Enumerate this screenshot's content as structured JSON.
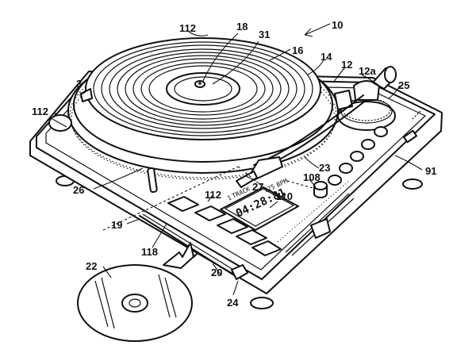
{
  "figure": {
    "reference_numerals": {
      "n10": "10",
      "n112_top": "112",
      "n18": "18",
      "n31": "31",
      "n16": "16",
      "n14": "14",
      "n12": "12",
      "n12a": "12a",
      "n3": "3",
      "n112_left": "112",
      "n25": "25",
      "n23": "23",
      "n108": "108",
      "n91": "91",
      "n26": "26",
      "n27": "27",
      "n112_mid": "112",
      "n110": "110",
      "n19": "19",
      "n118": "118",
      "n22": "22",
      "n20": "20",
      "n24": "24"
    },
    "display": {
      "track_label": "TRACK",
      "track_number": "1",
      "bpm_value": "125",
      "bpm_label": "BPM",
      "time": "04:28:81"
    }
  }
}
